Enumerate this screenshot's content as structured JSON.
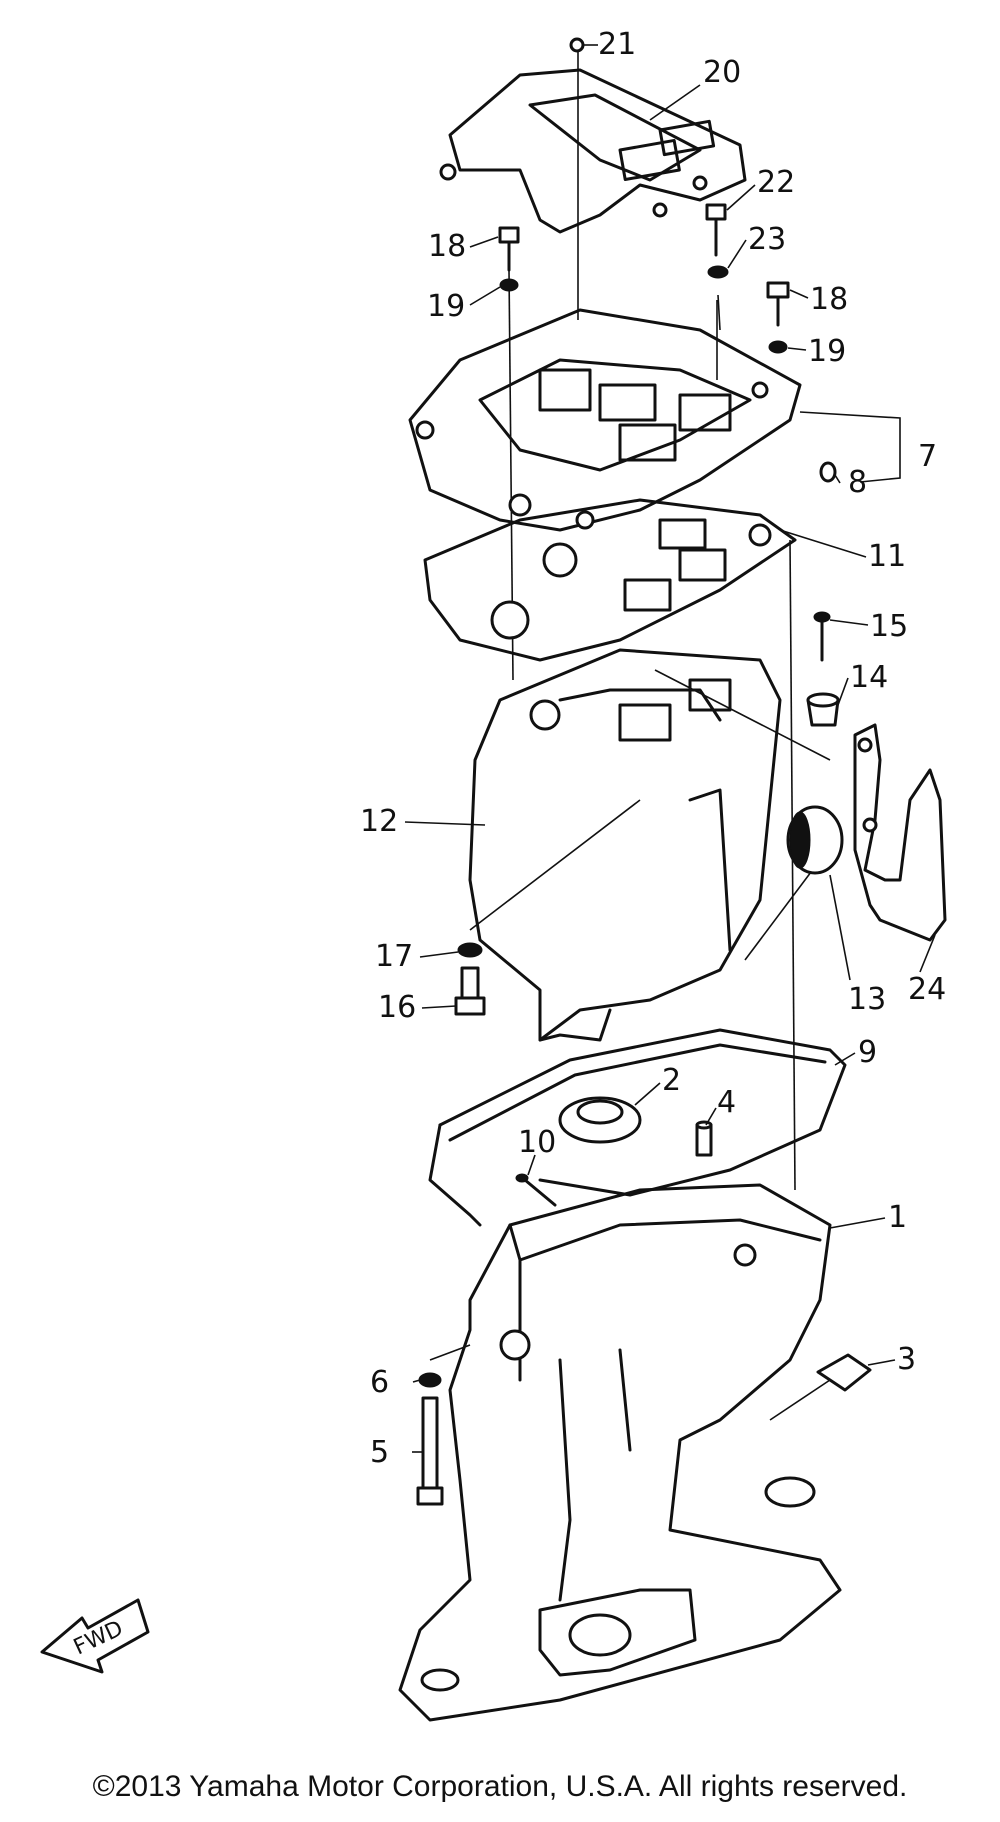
{
  "diagram": {
    "callouts": [
      "21",
      "20",
      "22",
      "18",
      "23",
      "19",
      "18",
      "19",
      "7",
      "8",
      "11",
      "15",
      "14",
      "12",
      "17",
      "16",
      "13",
      "24",
      "9",
      "2",
      "4",
      "10",
      "1",
      "6",
      "3",
      "5"
    ],
    "fwd_label": "FWD"
  },
  "footer": {
    "copyright": "©2013 Yamaha Motor Corporation, U.S.A. All rights reserved."
  }
}
